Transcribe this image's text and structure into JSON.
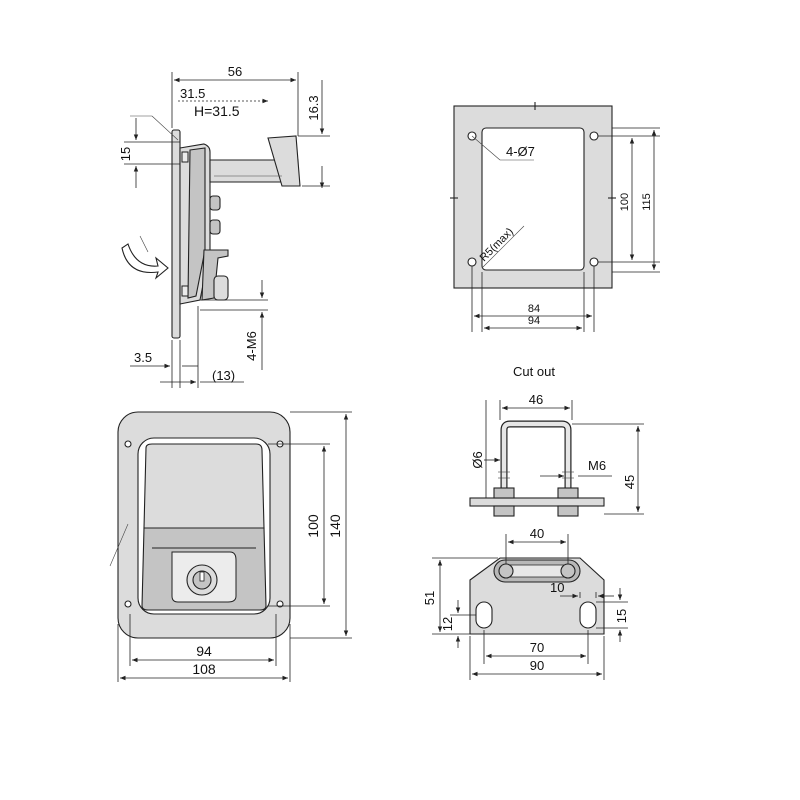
{
  "side_view": {
    "overall_width": "56",
    "lever_offset": "31.5",
    "handle_height": "H=31.5",
    "lever_drop": "16.3",
    "top_flange": "15",
    "plate_thickness": "3.5",
    "bolt_spacing": "(13)",
    "thread": "4-M6"
  },
  "cutout": {
    "hole_spec": "4-Ø7",
    "corner_radius": "R5(max)",
    "hole_spacing_v": "100",
    "height": "115",
    "hole_spacing_h": "84",
    "width": "94",
    "caption": "Cut out"
  },
  "front_view": {
    "inner_height": "100",
    "outer_height": "140",
    "inner_width": "94",
    "outer_width": "108"
  },
  "bracket_side": {
    "width": "46",
    "rod_diameter": "Ø6",
    "thread": "M6",
    "height": "45"
  },
  "bracket_plate": {
    "rod_spacing": "40",
    "slot_width": "10",
    "height": "51",
    "slot_offset": "12",
    "slot_height": "15",
    "slot_spacing": "70",
    "width": "90"
  },
  "colors": {
    "metal": "#dcdcdc",
    "line": "#222222"
  }
}
